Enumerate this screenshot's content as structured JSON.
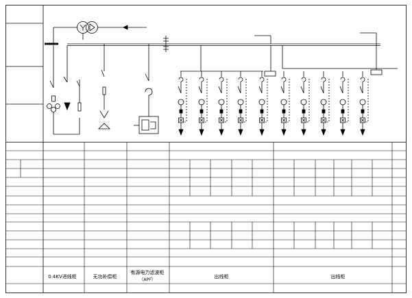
{
  "panels": {
    "incoming": "0.4KV进线柜",
    "capacitor": "无功补偿柜",
    "apf_title": "有源电力滤波柜",
    "apf_sub": "（APF）",
    "feeder_a": "出线柜",
    "feeder_b": "出线柜"
  }
}
